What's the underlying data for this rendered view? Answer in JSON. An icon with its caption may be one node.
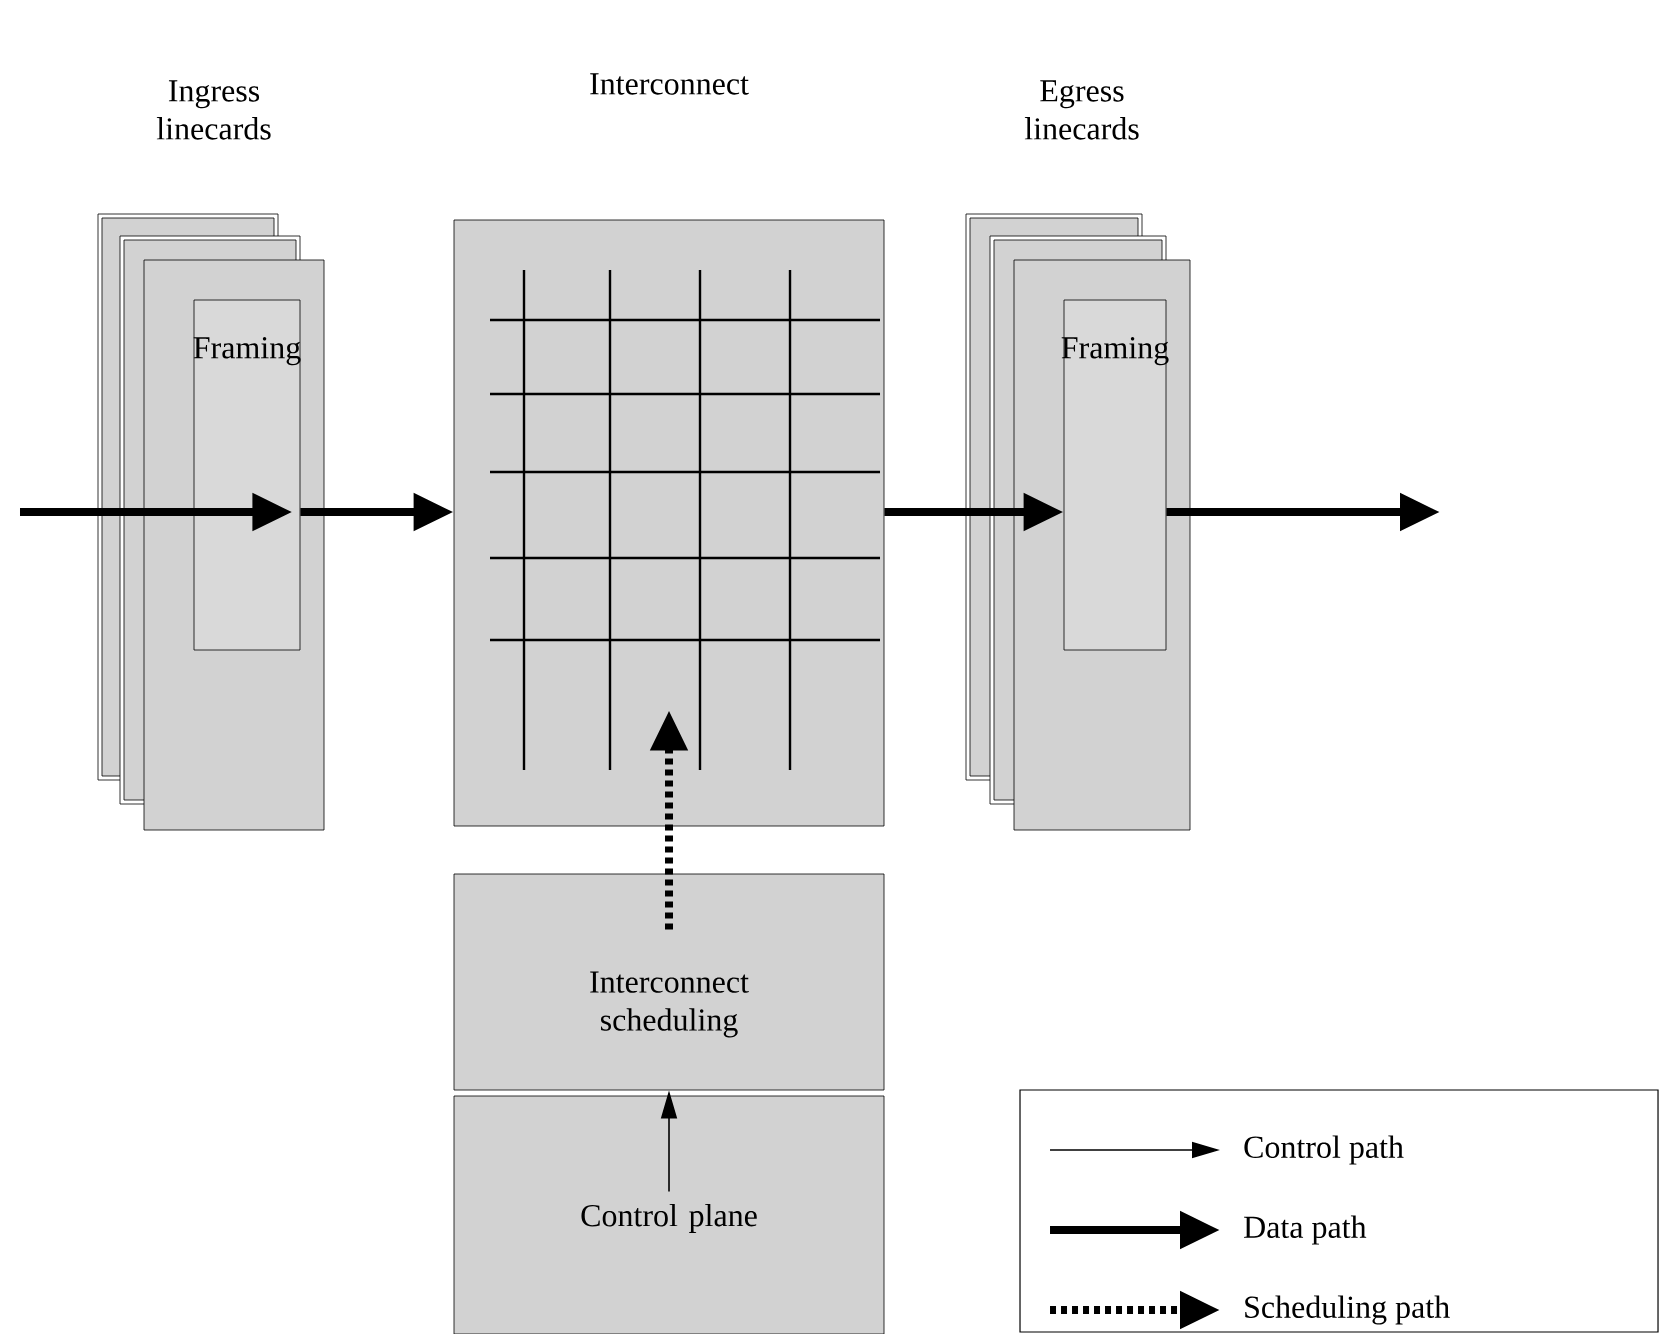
{
  "diagram": {
    "nodes": [
      {
        "text": [
          "Ingress linecards"
        ]
      },
      {
        "text": [
          "Framing"
        ],
        "in": 0
      },
      {
        "text": [
          "Interconnect"
        ]
      },
      {
        "text": [
          "Egress linecards"
        ]
      },
      {
        "text": [
          "Framing"
        ],
        "in": 3
      },
      {
        "text": [
          "Interconnect scheduling"
        ]
      },
      {
        "text": [
          "Control plane"
        ]
      }
    ],
    "edges": [
      {
        "from": null,
        "to": 1,
        "arrow": "to"
      },
      {
        "from": 1,
        "to": 2,
        "arrow": "to"
      },
      {
        "from": 2,
        "to": 4,
        "arrow": "to"
      },
      {
        "from": 4,
        "to": null,
        "arrow": "to"
      },
      {
        "from": 5,
        "to": 2,
        "arrow": "to",
        "style": "dashed"
      },
      {
        "from": 6,
        "to": 5,
        "arrow": "to"
      }
    ],
    "legend": [
      {
        "text": "Control path"
      },
      {
        "text": "Data path"
      },
      {
        "text": "Scheduling path"
      }
    ]
  }
}
